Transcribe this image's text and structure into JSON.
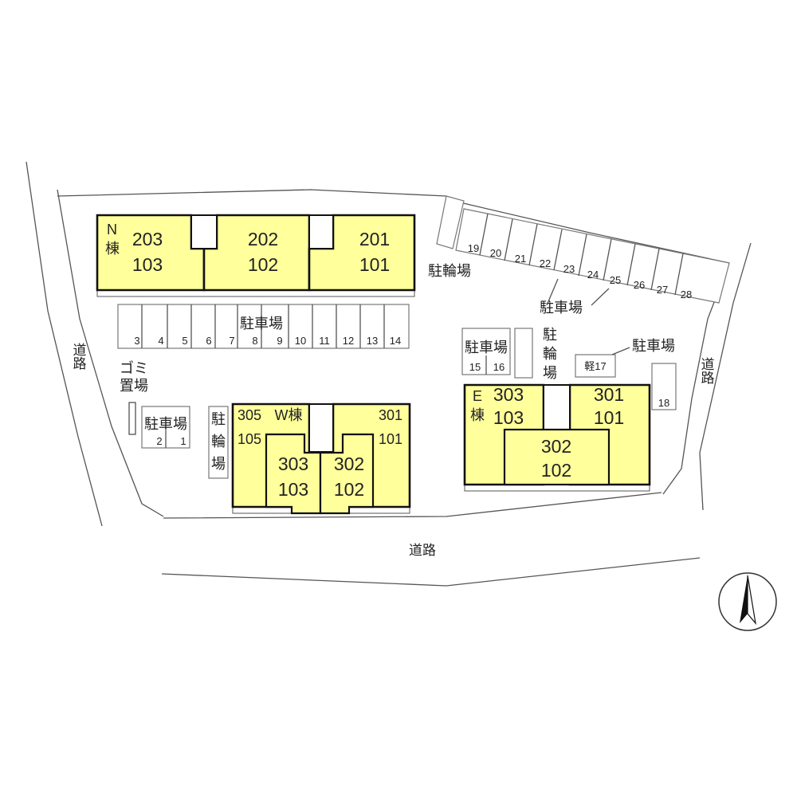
{
  "roads": {
    "west": "道路",
    "east": "道路",
    "south": "道路"
  },
  "n_building": {
    "label_letter": "N",
    "label_suffix": "棟",
    "rooms": [
      {
        "upper": "203",
        "lower": "103"
      },
      {
        "upper": "202",
        "lower": "102"
      },
      {
        "upper": "201",
        "lower": "101"
      }
    ]
  },
  "w_building": {
    "label": "W棟",
    "rooms": [
      {
        "upper": "305",
        "lower": "105"
      },
      {
        "upper": "303",
        "lower": "103"
      },
      {
        "upper": "302",
        "lower": "102"
      },
      {
        "upper": "301",
        "lower": "101"
      }
    ]
  },
  "e_building": {
    "label_letter": "E",
    "label_suffix": "棟",
    "rooms": [
      {
        "upper": "303",
        "lower": "103"
      },
      {
        "upper": "301",
        "lower": "101"
      },
      {
        "upper": "302",
        "lower": "102"
      }
    ]
  },
  "parking": {
    "label": "駐車場",
    "north_row": [
      "3",
      "4",
      "5",
      "6",
      "7",
      "8",
      "9",
      "10",
      "11",
      "12",
      "13",
      "14"
    ],
    "west_pair": [
      "2",
      "1"
    ],
    "mid_pair": [
      "15",
      "16"
    ],
    "east_row": [
      "19",
      "20",
      "21",
      "22",
      "23",
      "24",
      "25",
      "26",
      "27",
      "28"
    ],
    "light_vehicle": "軽17",
    "single": "18"
  },
  "bicycle": {
    "label_chars": [
      "駐",
      "輪",
      "場"
    ],
    "horizontal": "駐輪場"
  },
  "garbage": {
    "line1": "ゴミ",
    "line2": "置場"
  }
}
